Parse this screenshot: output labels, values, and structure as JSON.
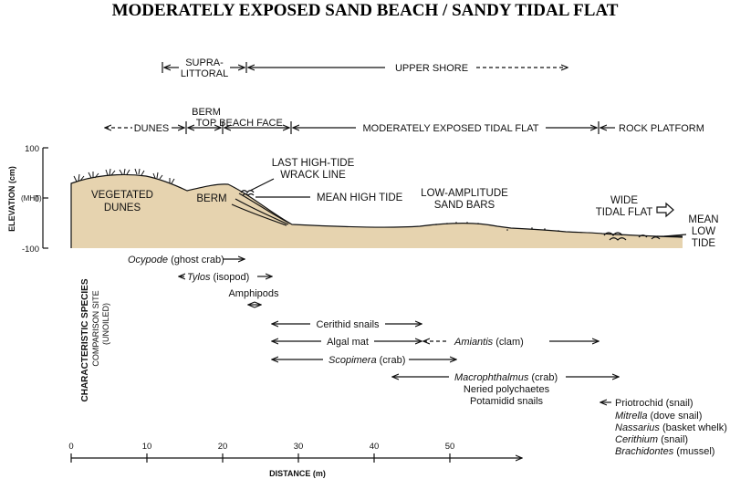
{
  "title": "MODERATELY EXPOSED SAND BEACH / SANDY TIDAL FLAT",
  "zones_top": {
    "supra_line1": "SUPRA-",
    "supra_line2": "LITTORAL",
    "upper_shore": "UPPER SHORE"
  },
  "zones_mid": {
    "dunes": "DUNES",
    "berm_top_line1": "BERM",
    "berm_top_line2": "TOP",
    "beach_face": "BEACH FACE",
    "tidal_flat": "MODERATELY EXPOSED TIDAL FLAT",
    "rock_platform": "ROCK PLATFORM"
  },
  "profile_labels": {
    "vegetated_line1": "VEGETATED",
    "vegetated_line2": "DUNES",
    "berm": "BERM",
    "wrack_line1": "LAST HIGH-TIDE",
    "wrack_line2": "WRACK LINE",
    "mean_high_tide": "MEAN HIGH TIDE",
    "sandbars_line1": "LOW-AMPLITUDE",
    "sandbars_line2": "SAND BARS",
    "wide_flat_line1": "WIDE",
    "wide_flat_line2": "TIDAL FLAT",
    "mean_low_line1": "MEAN",
    "mean_low_line2": "LOW",
    "mean_low_line3": "TIDE"
  },
  "elevation_axis": {
    "title": "ELEVATION (cm)",
    "tick_100": "100",
    "tick_0": "0",
    "tick_minus100": "-100",
    "mht": "(MHT)"
  },
  "species_heading": {
    "line1": "CHARACTERISTIC SPECIES",
    "line2": "COMPARISON SITE",
    "line3": "(UNOILED)"
  },
  "species": {
    "ocypode_name": "Ocypode",
    "ocypode_common": " (ghost crab)",
    "tylos_name": "Tylos",
    "tylos_common": " (isopod)",
    "amphipods": "Amphipods",
    "cerithid": "Cerithid snails",
    "algal_mat": "Algal mat",
    "amiantis_name": "Amiantis",
    "amiantis_common": " (clam)",
    "scopimera_name": "Scopimera",
    "scopimera_common": " (crab)",
    "macro_name": "Macrophthalmus",
    "macro_common": " (crab)",
    "neried": "Neried polychaetes",
    "potamidid": "Potamidid snails",
    "priotrochid": "Priotrochid (snail)",
    "mitrella_name": "Mitrella",
    "mitrella_common": " (dove snail)",
    "nassarius_name": "Nassarius",
    "nassarius_common": " (basket whelk)",
    "cerithium_name": "Cerithium",
    "cerithium_common": " (snail)",
    "brachidontes_name": "Brachidontes",
    "brachidontes_common": " (mussel)"
  },
  "distance_axis": {
    "title": "DISTANCE (m)",
    "ticks": [
      "0",
      "10",
      "20",
      "30",
      "40",
      "50"
    ]
  },
  "colors": {
    "sand": "#e6d3af",
    "ink": "#111111"
  }
}
